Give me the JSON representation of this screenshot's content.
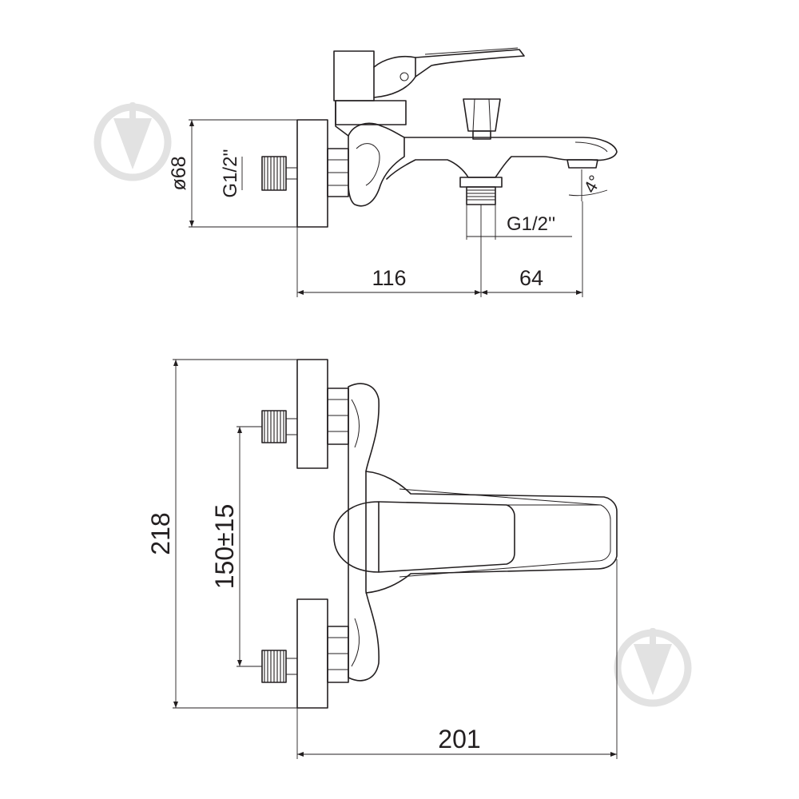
{
  "dimensions": {
    "diameter": "ø68",
    "inlet_thread": "G1/2''",
    "outlet_thread": "G1/2''",
    "spout_angle": "4°",
    "width_left": "116",
    "width_right": "64",
    "height_total": "218",
    "inlet_spacing": "150±15",
    "depth_total": "201"
  },
  "colors": {
    "line": "#231f20",
    "watermark": "#e2e2e2",
    "background": "#ffffff"
  },
  "watermark_icon": "droplet-in-circle-logo"
}
